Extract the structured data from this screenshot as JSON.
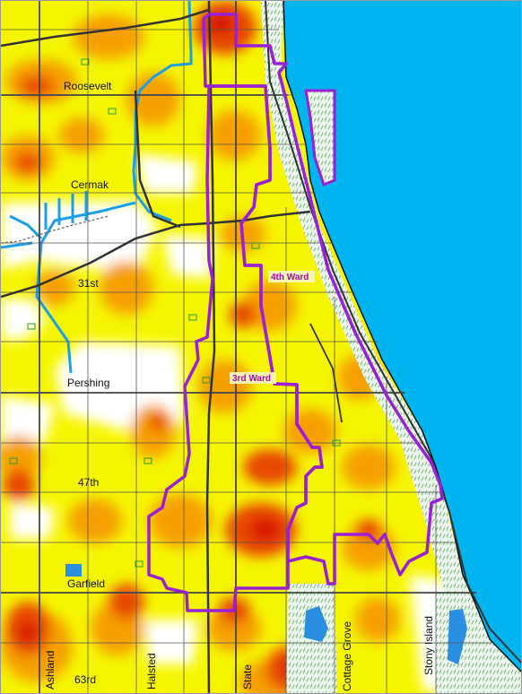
{
  "colors": {
    "lake": "#00b4f0",
    "heat_low": "#f5f500",
    "heat_mid": "#f5a000",
    "heat_high": "#e84a00",
    "heat_peak": "#d81800",
    "no_data": "#ffffff",
    "park": "#dff0e0",
    "ward_boundary": "#9a1fd6",
    "river": "#1aa0e8",
    "grid_lines": "#555555"
  },
  "streets": {
    "roosevelt": "Roosevelt",
    "cermak": "Cermak",
    "s31st": "31st",
    "pershing": "Pershing",
    "s47th": "47th",
    "garfield": "Garfield",
    "s63rd": "63rd",
    "ashland": "Ashland",
    "halsted": "Halsted",
    "state": "State",
    "cottage_grove": "Cottage Grove",
    "stony_island": "Stony Island"
  },
  "wards": {
    "ward3": "3rd Ward",
    "ward4": "4th Ward"
  }
}
